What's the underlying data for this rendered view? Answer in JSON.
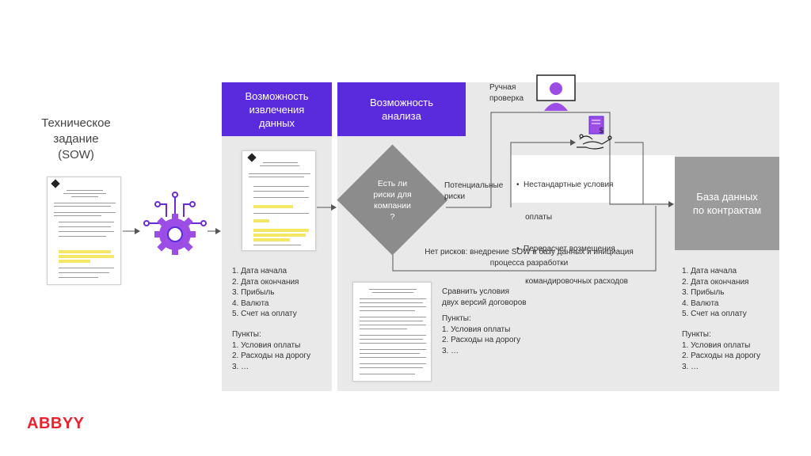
{
  "sow": {
    "line1": "Техническое",
    "line2": "задание",
    "line3": "(SOW)"
  },
  "extraction": {
    "header": [
      "Возможность",
      "извлечения",
      "данных"
    ],
    "fields": [
      "1.  Дата начала",
      "2.  Дата окончания",
      "3.  Прибыль",
      "4.  Валюта",
      "5.  Счет на оплату"
    ],
    "items_title": "Пункты:",
    "items": [
      "1.  Условия оплаты",
      "2.  Расходы на дорогу",
      "3.  …"
    ]
  },
  "analysis": {
    "header": [
      "Возможность",
      "анализа"
    ],
    "decision": [
      "Есть ли",
      "риски для",
      "компании",
      "?"
    ],
    "risks_label": [
      "Потенциальные",
      "риски"
    ],
    "no_risks": [
      "Нет рисков: внедрение SOW в базу данных и инициация",
      "процесса разработки"
    ],
    "compare_title": [
      "Сравнить условия",
      "двух версий договоров"
    ],
    "items_title": "Пункты:",
    "items": [
      "1.  Условия оплаты",
      "2.  Расходы на дорогу",
      "3.  …"
    ]
  },
  "manual_check": [
    "Ручная",
    "проверка"
  ],
  "risk_bullets": [
    [
      "•  Нестандартные условия",
      "    оплаты"
    ],
    [
      "•  Перерасчет возмещения",
      "    командировочных расходов"
    ]
  ],
  "database": {
    "header": [
      "База данных",
      "по контрактам"
    ],
    "fields": [
      "1.  Дата начала",
      "2.  Дата окончания",
      "3.  Прибыль",
      "4.  Валюта",
      "5.  Счет на оплату"
    ],
    "items_title": "Пункты:",
    "items": [
      "1.  Условия оплаты",
      "2.  Расходы на дорогу",
      "3.  …"
    ]
  },
  "brand": {
    "logo": "ABBYY",
    "accent": "#5a2bdc",
    "logo_color": "#e8222e"
  },
  "icons": [
    "person-icon",
    "robot-hand-icon",
    "gear-circuit-icon",
    "document-icon"
  ]
}
